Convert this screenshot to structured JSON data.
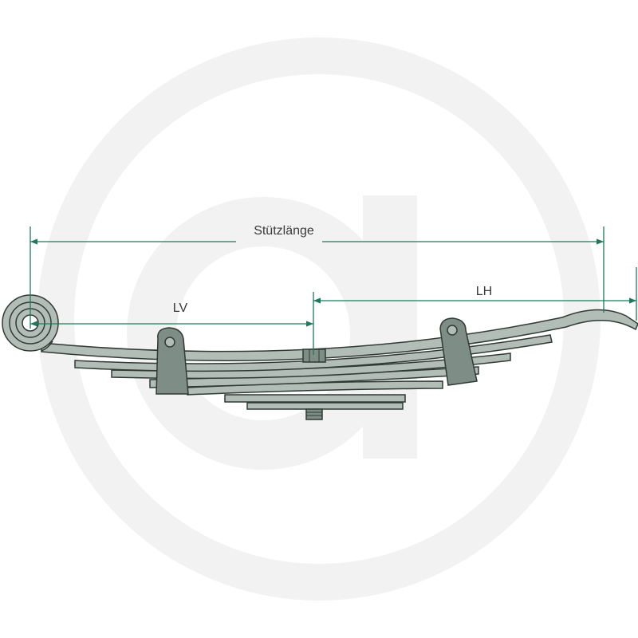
{
  "colors": {
    "background": "#ffffff",
    "watermark": "#f2f2f2",
    "spring_leaf_fill": "#b3bdb7",
    "spring_leaf_stroke": "#2f3a35",
    "clamp_fill": "#7e8d86",
    "dimension_line": "#1f7a5c",
    "label_text": "#3a3a3a"
  },
  "icons": {
    "watermark": "brand-watermark-icon",
    "spring": "leaf-spring-icon"
  },
  "dimensions": {
    "support_length": {
      "label": "Stützlänge"
    },
    "front_length": {
      "label": "LV"
    },
    "rear_length": {
      "label": "LH"
    }
  }
}
